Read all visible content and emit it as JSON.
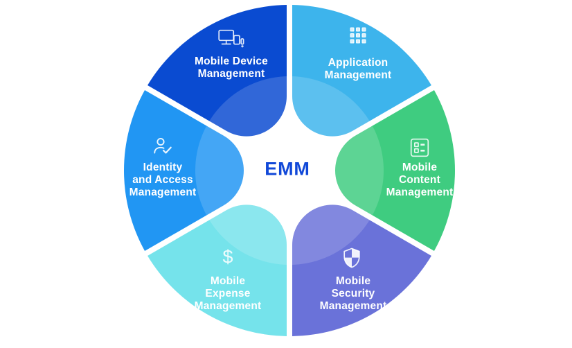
{
  "diagram": {
    "center_label": "EMM",
    "center_label_color": "#1148d8",
    "background_color": "#ffffff",
    "inner_highlight_opacity": "0.16"
  },
  "segments": [
    {
      "id": "mobile-device-management",
      "lines": [
        "Mobile Device",
        "Management"
      ],
      "color": "#0a4bd1",
      "icon": "devices-icon"
    },
    {
      "id": "application-management",
      "lines": [
        "Application",
        "Management"
      ],
      "color": "#3db4ec",
      "icon": "apps-grid-icon"
    },
    {
      "id": "mobile-content-management",
      "lines": [
        "Mobile",
        "Content",
        "Management"
      ],
      "color": "#3fcc80",
      "icon": "content-list-icon"
    },
    {
      "id": "mobile-security-management",
      "lines": [
        "Mobile",
        "Security",
        "Management"
      ],
      "color": "#6a72d9",
      "icon": "shield-icon"
    },
    {
      "id": "mobile-expense-management",
      "lines": [
        "Mobile",
        "Expense",
        "Management"
      ],
      "color": "#75e3eb",
      "icon": "dollar-icon",
      "glyph": "$"
    },
    {
      "id": "identity-and-access-management",
      "lines": [
        "Identity",
        "and Access",
        "Management"
      ],
      "color": "#2196f3",
      "icon": "person-check-icon"
    }
  ]
}
